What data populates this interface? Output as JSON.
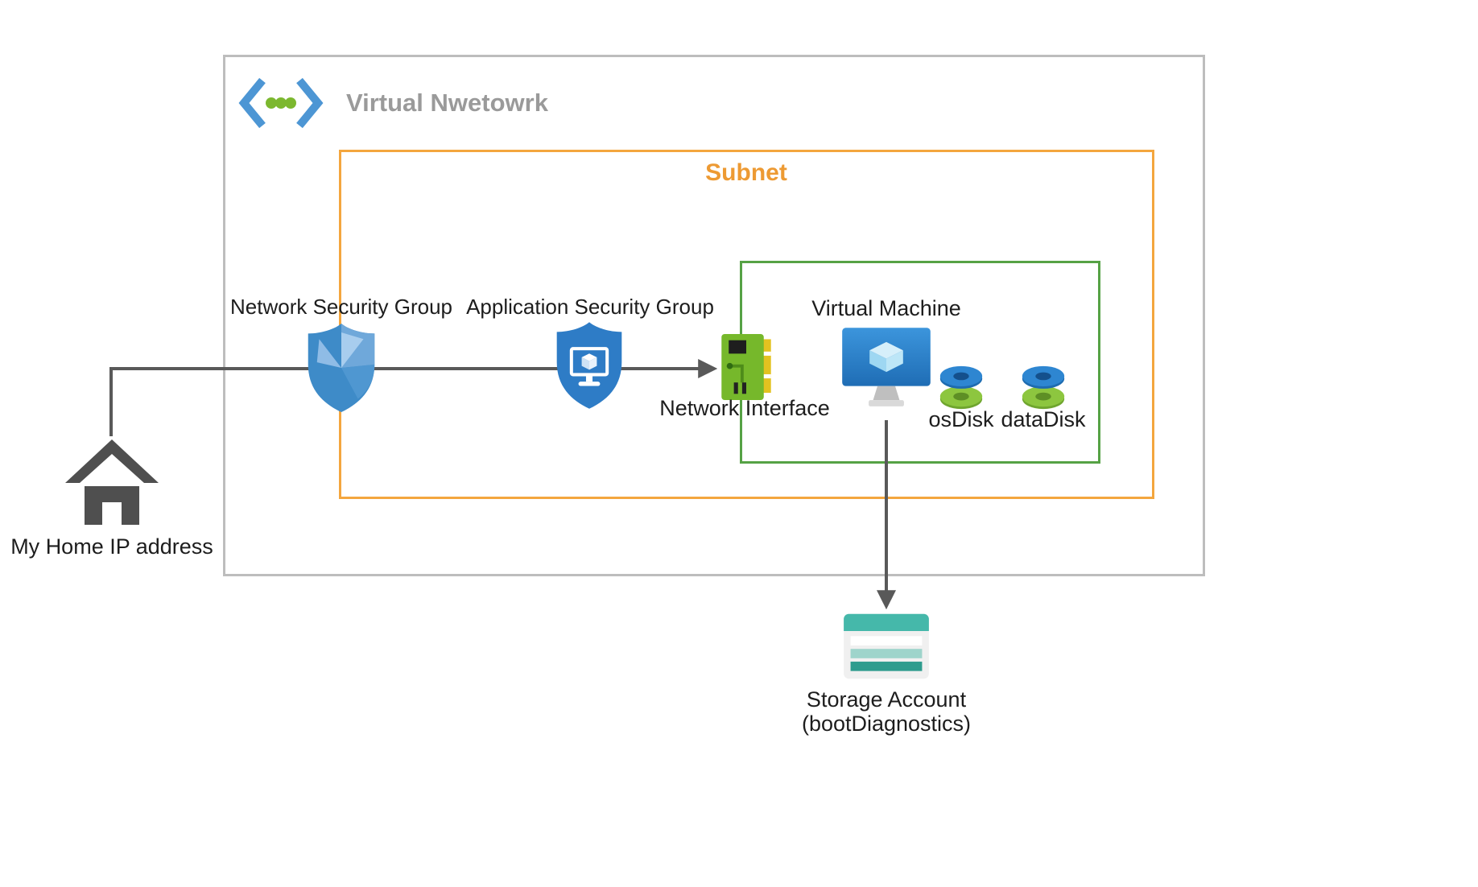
{
  "diagram": {
    "virtual_network": {
      "label": "Virtual Nwetowrk"
    },
    "subnet": {
      "label": "Subnet"
    },
    "nodes": {
      "home": {
        "label": "My Home IP address"
      },
      "nsg": {
        "label": "Network Security Group"
      },
      "asg": {
        "label": "Application Security Group"
      },
      "nic": {
        "label": "Network Interface"
      },
      "vm": {
        "label": "Virtual Machine"
      },
      "os_disk": {
        "label": "osDisk"
      },
      "data_disk": {
        "label": "dataDisk"
      },
      "storage": {
        "label": "Storage Account",
        "sublabel": "(bootDiagnostics)"
      }
    },
    "edges": [
      {
        "from": "home",
        "to": "nic",
        "via": [
          "nsg",
          "asg"
        ]
      },
      {
        "from": "vm",
        "to": "storage"
      }
    ],
    "colors": {
      "outer_border": "#bdbdbd",
      "subnet_border": "#f4a63e",
      "subnet_label": "#ed9a33",
      "vm_group_border": "#56a245",
      "arrow": "#595959",
      "vnet_label": "#9a9a9a",
      "azure_blue": "#2e86d1",
      "azure_green": "#7cb82f",
      "storage_teal": "#45b8aa",
      "home_gray": "#4f4f4f"
    }
  }
}
